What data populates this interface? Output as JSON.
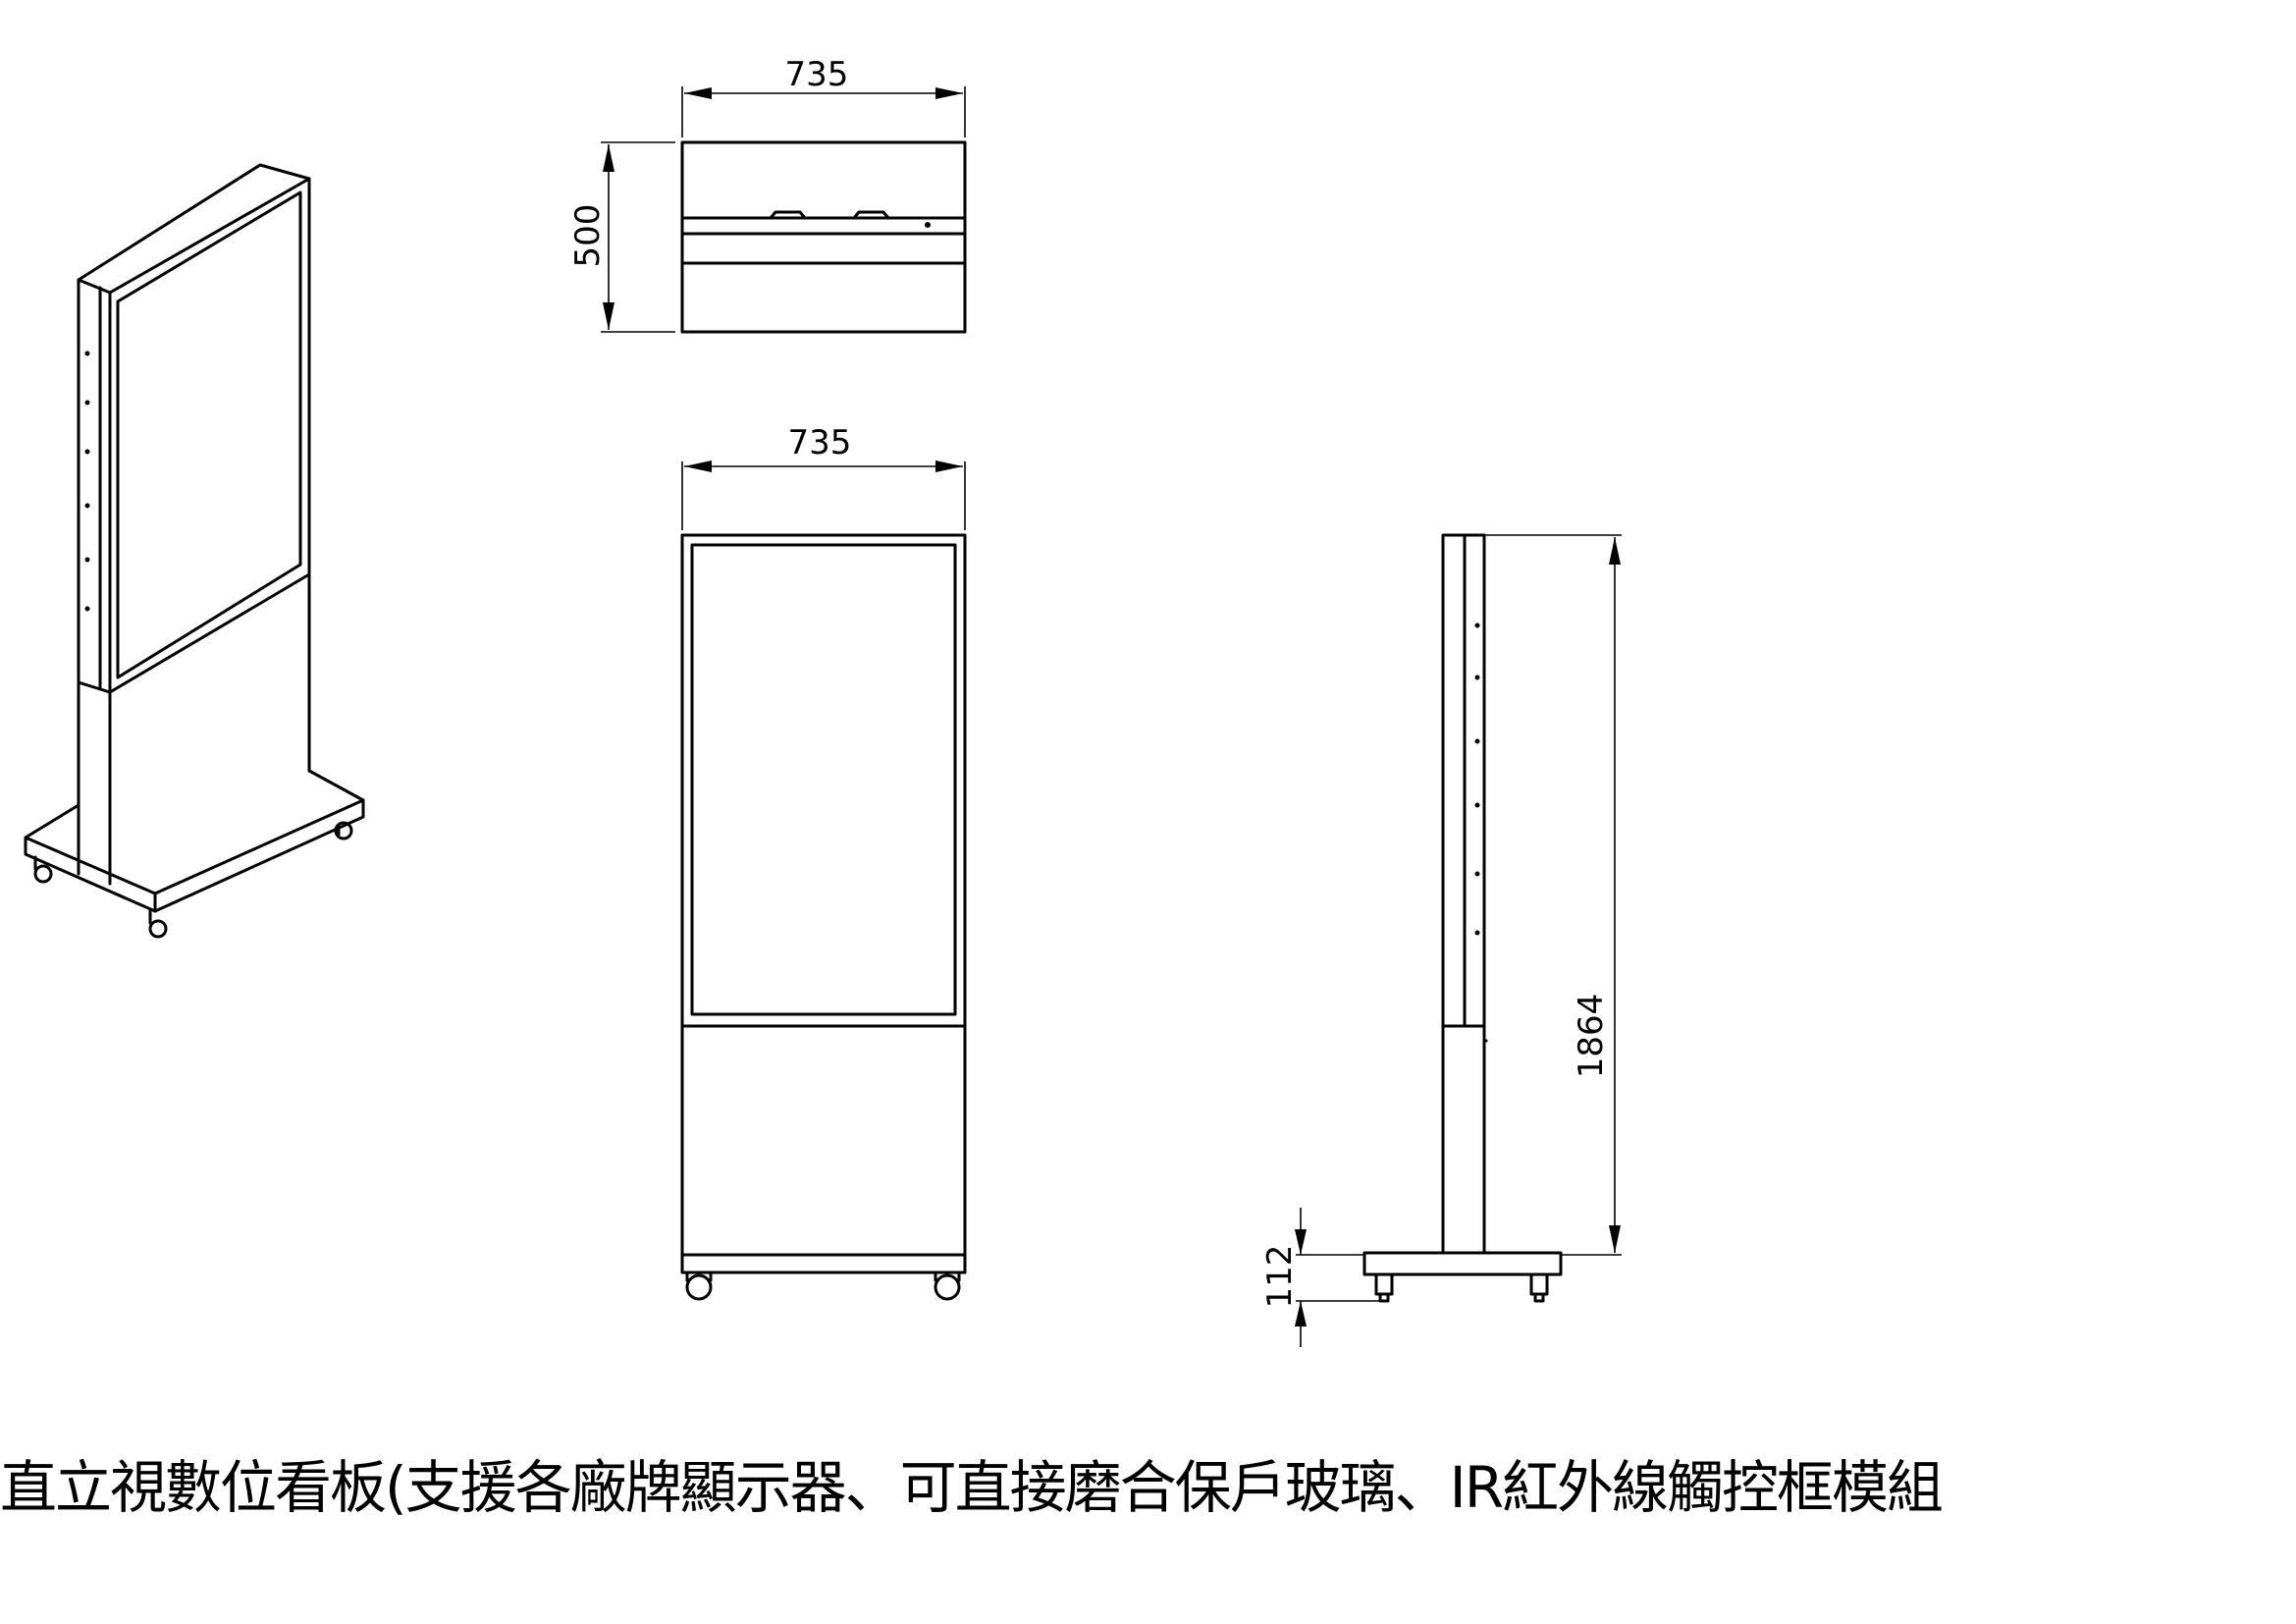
{
  "dimensions": {
    "top_width": "735",
    "top_depth": "500",
    "front_width": "735",
    "height": "1864",
    "base_height": "112"
  },
  "caption": "直立視數位看板(支援各廠牌顯示器、可直接磨合保戶玻璃、IR紅外線觸控框模組"
}
